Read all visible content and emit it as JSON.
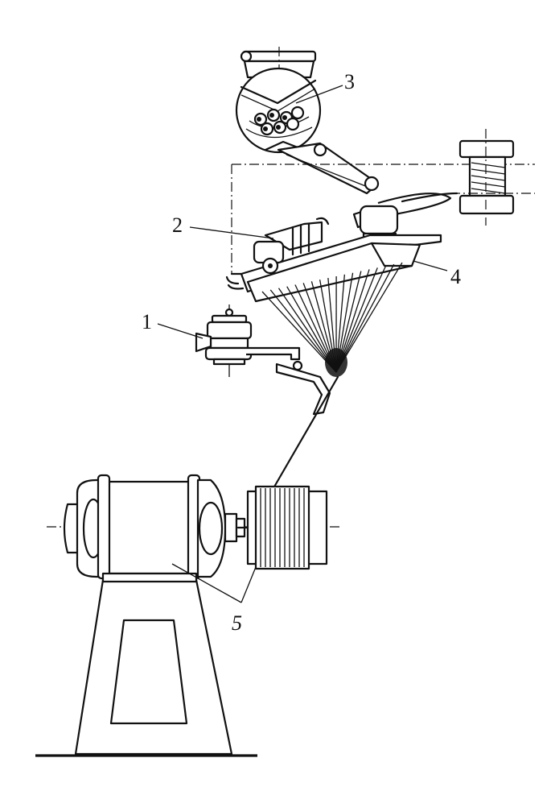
{
  "diagram": {
    "labels": {
      "label_1": "1",
      "label_2": "2",
      "label_3": "3",
      "label_4": "4",
      "label_5": "5"
    }
  }
}
